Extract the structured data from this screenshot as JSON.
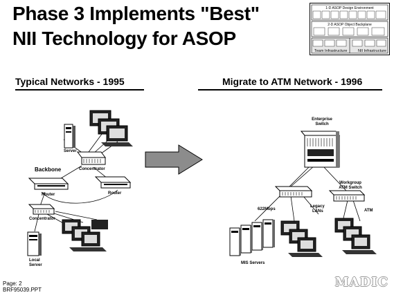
{
  "title": {
    "line1": "Phase 3 Implements \"Best\"",
    "line2": "NII Technology for ASOP"
  },
  "thumbnail": {
    "top_label": "1-D ASOP Design Environment",
    "middle_label": "2-D ASOP Object Backplane",
    "bottom_left_label": "Team Infrastructure",
    "bottom_right_label": "NII Infrastructure"
  },
  "left": {
    "heading": "Typical Networks - 1995",
    "labels": {
      "server": "Server",
      "concentrator_top": "Concentrator",
      "backbone": "Backbone",
      "router_left": "Router",
      "router_right": "Router",
      "concentrator_bottom": "Concentrator",
      "local_server_1": "Local",
      "local_server_2": "Server"
    }
  },
  "right": {
    "heading": "Migrate to ATM Network - 1996",
    "labels": {
      "enterprise_1": "Enterprise",
      "enterprise_2": "Switch",
      "workgroup_1": "Workgroup",
      "workgroup_2": "ATM Switch",
      "speed": "622Mbps",
      "legacy_1": "Legacy",
      "legacy_2": "LANs",
      "atm": "ATM",
      "mis": "MIS Servers"
    }
  },
  "footer": {
    "page": "Page: 2",
    "file": "BRF95039.PPT",
    "logo": "MADIC"
  }
}
